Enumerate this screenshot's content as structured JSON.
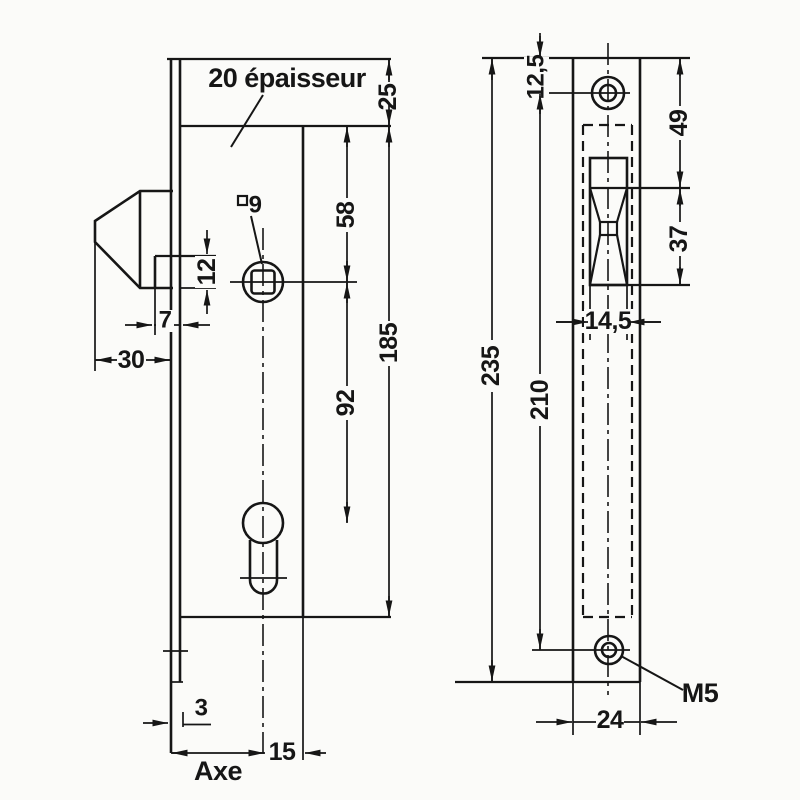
{
  "drawing": {
    "ink_color": "#161616",
    "paper_color": "#fbfbf9",
    "side_view": {
      "thickness_note": "20 épaisseur",
      "square_hole_size": "9",
      "dim_faceplate_top_to_case": "25",
      "dim_case_top_to_spindle": "58",
      "dim_case_height": "185",
      "dim_spindle_to_cylinder": "92",
      "dim_latch_tail_height": "12",
      "dim_latch_step": "7",
      "dim_latch_projection": "30",
      "dim_plate_thickness": "3",
      "dim_axis_to_case_back": "15",
      "axis_label": "Axe"
    },
    "front_view": {
      "dim_plate_top_to_screw": "12,5",
      "dim_top_to_latch": "49",
      "dim_latch_height": "37",
      "dim_plate_length": "235",
      "dim_screw_spacing": "210",
      "dim_latch_width": "14,5",
      "dim_plate_width": "24",
      "screw_thread": "M5"
    }
  }
}
